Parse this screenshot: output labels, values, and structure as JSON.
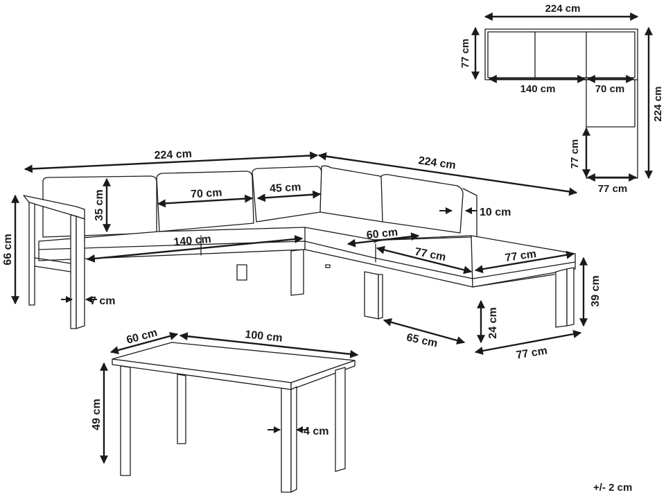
{
  "labels": {
    "top_width": "224 cm",
    "top_depth": "77 cm",
    "top_seat_long": "140 cm",
    "top_seat_short": "70 cm",
    "top_right_length": "224 cm",
    "top_chaise_depth": "77 cm",
    "top_chaise_width": "77 cm",
    "sofa_length_left": "224 cm",
    "sofa_length_right": "224 cm",
    "back_height": "35 cm",
    "back_cushion_70": "70 cm",
    "back_cushion_45": "45 cm",
    "seat_140": "140 cm",
    "seat_60": "60 cm",
    "chaise_77_a": "77 cm",
    "chaise_77_b": "77 cm",
    "back_thickness": "10 cm",
    "total_height": "66 cm",
    "arm_width": "7 cm",
    "seat_height": "39 cm",
    "leg_height": "24 cm",
    "leg_span": "65 cm",
    "front_width": "77 cm",
    "table_depth": "60 cm",
    "table_length": "100 cm",
    "table_height": "49 cm",
    "table_leg": "4 cm",
    "tolerance": "+/- 2 cm"
  }
}
